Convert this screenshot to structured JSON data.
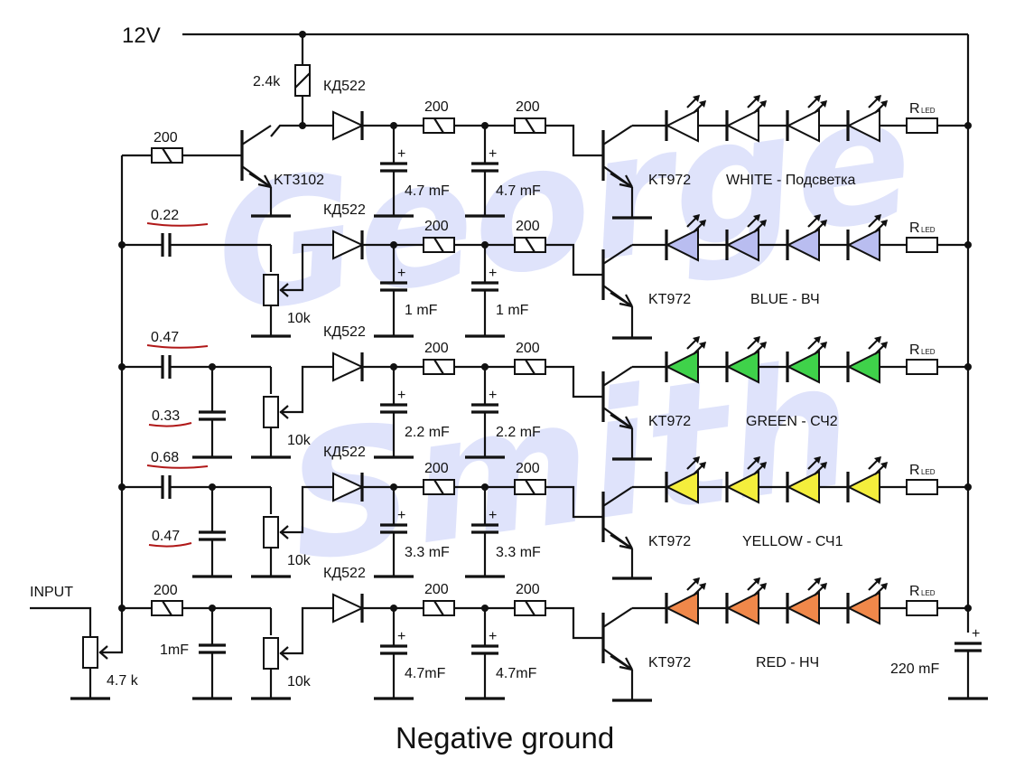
{
  "supply": {
    "label": "12V"
  },
  "title": "Negative ground",
  "watermark": {
    "line1": "George",
    "line2": "Smith"
  },
  "input": {
    "label": "INPUT",
    "pot": "4.7 k"
  },
  "driver": {
    "base_resistor": "200",
    "collector_resistor": "2.4k",
    "transistor": "KT3102"
  },
  "common": {
    "diode": "КД522",
    "filter_resistor": "200",
    "output_transistor": "KT972",
    "led_resistor_main": "R",
    "led_resistor_sub": "LED",
    "bulk_cap": "220 mF"
  },
  "channels": [
    {
      "name": "WHITE - Подсветка",
      "led_color": "#ffffff",
      "input_cap": null,
      "shunt_cap": null,
      "pot": null,
      "filter_caps": [
        "4.7 mF",
        "4.7 mF"
      ]
    },
    {
      "name": "BLUE - ВЧ",
      "led_color": "#b9bdf0",
      "input_cap": "0.22",
      "shunt_cap": null,
      "pot": "10k",
      "filter_caps": [
        "1 mF",
        "1 mF"
      ]
    },
    {
      "name": "GREEN - СЧ2",
      "led_color": "#3fd24a",
      "input_cap": "0.47",
      "shunt_cap": "0.33",
      "pot": "10k",
      "filter_caps": [
        "2.2 mF",
        "2.2 mF"
      ]
    },
    {
      "name": "YELLOW - СЧ1",
      "led_color": "#f4ee3c",
      "input_cap": "0.68",
      "shunt_cap": "0.47",
      "pot": "10k",
      "filter_caps": [
        "3.3 mF",
        "3.3 mF"
      ]
    },
    {
      "name": "RED - НЧ",
      "led_color": "#f0884a",
      "input_cap": null,
      "input_resistor": "200",
      "shunt_cap": "1mF",
      "pot": "10k",
      "filter_caps": [
        "4.7mF",
        "4.7mF"
      ]
    }
  ],
  "leds_per_channel": 4
}
